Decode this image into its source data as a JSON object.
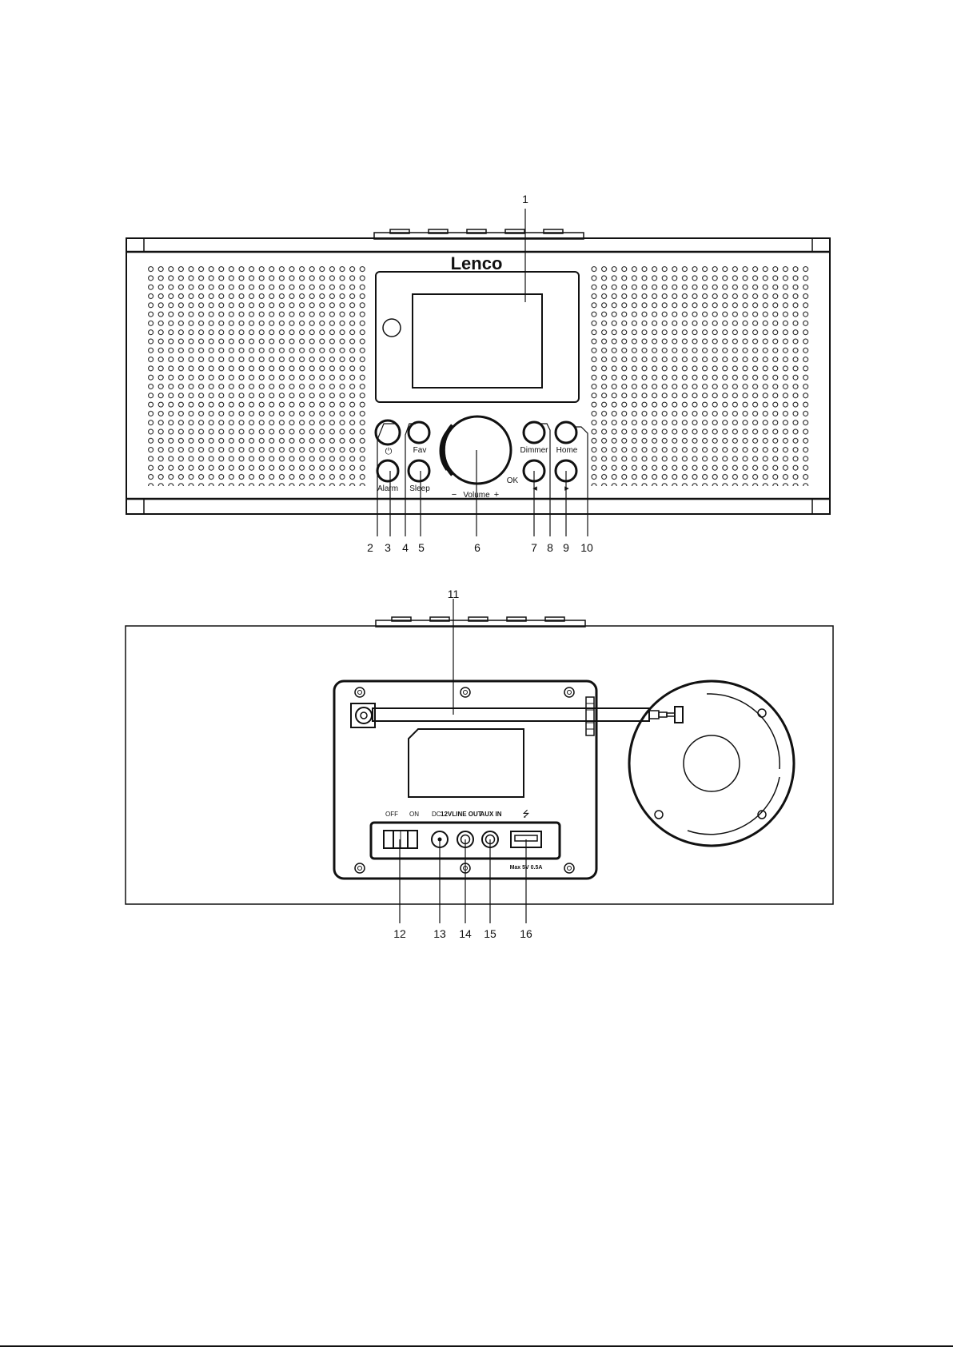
{
  "front": {
    "brand": "Lenco",
    "buttons": {
      "power": "⏻",
      "fav": "Fav",
      "alarm": "Alarm",
      "sleep": "Sleep",
      "dimmer": "Dimmer",
      "home": "Home",
      "prev": "◂",
      "next": "▸"
    },
    "knob": {
      "label": "Volume",
      "minus": "−",
      "plus": "+",
      "ok": "OK"
    },
    "callouts": [
      "1",
      "2",
      "3",
      "4",
      "5",
      "6",
      "7",
      "8",
      "9",
      "10"
    ]
  },
  "back": {
    "switch": {
      "off": "OFF",
      "on": "ON"
    },
    "ports": {
      "dc": "DC",
      "dc_volt": "12V",
      "line_out": "LINE OUT",
      "aux_in": "AUX IN",
      "usb_icon": "⭍",
      "usb_rating": "Max 5V 0.5A"
    },
    "callouts": [
      "11",
      "12",
      "13",
      "14",
      "15",
      "16"
    ]
  },
  "icons": [
    "power-icon",
    "prev-icon",
    "next-icon",
    "usb-icon",
    "antenna-icon",
    "speaker-icon",
    "screw-icon"
  ]
}
